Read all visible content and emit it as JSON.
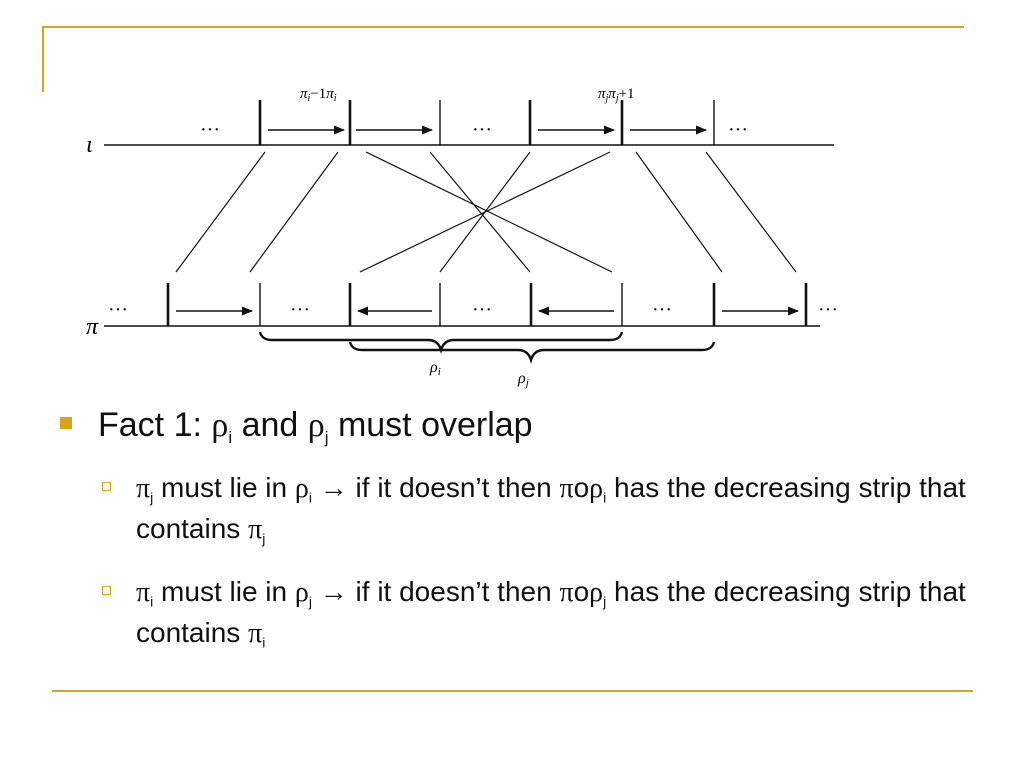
{
  "diagram": {
    "top_axis_label": "ι",
    "bottom_axis_label": "π",
    "top_label_left": "πi−1πi",
    "top_label_left_parts": {
      "a": "π",
      "a_sub": "i",
      "b": "−1",
      "c": "π",
      "c_sub": "i"
    },
    "top_label_right_parts": {
      "a": "π",
      "a_sub": "j",
      "b": "π",
      "b_sub": "j",
      "c": "+1"
    },
    "ellipsis": "···",
    "brace_label_i": "ρi",
    "brace_label_j": "ρj",
    "rho": "ρ",
    "sub_i": "i",
    "sub_j": "j"
  },
  "fact": {
    "prefix": "Fact 1: ",
    "rho": "ρ",
    "sub_i": "i",
    "and": " and ",
    "sub_j": "j",
    "suffix": " must overlap"
  },
  "sub1": {
    "pi": "π",
    "pi_sub": "j",
    "mid": " must lie in ",
    "rho": "ρ",
    "rho_sub": "i",
    "arrow": " → ",
    "cond": "if it doesn’t then ",
    "pi2": "π",
    "o": "o",
    "rho2": "ρ",
    "rho2_sub": "i",
    "tail": " has the decreasing strip that contains ",
    "pi3": "π",
    "pi3_sub": "j"
  },
  "sub2": {
    "pi": "π",
    "pi_sub": "i",
    "mid": " must lie in ",
    "rho": "ρ",
    "rho_sub": "j",
    "arrow": " → ",
    "cond": "if it doesn’t then ",
    "pi2": "π",
    "o": "o",
    "rho2": "ρ",
    "rho2_sub": "j",
    "tail": " has the decreasing strip that contains ",
    "pi3": "π",
    "pi3_sub": "i"
  },
  "colors": {
    "accent": "#d6a51c",
    "text": "#111111"
  }
}
